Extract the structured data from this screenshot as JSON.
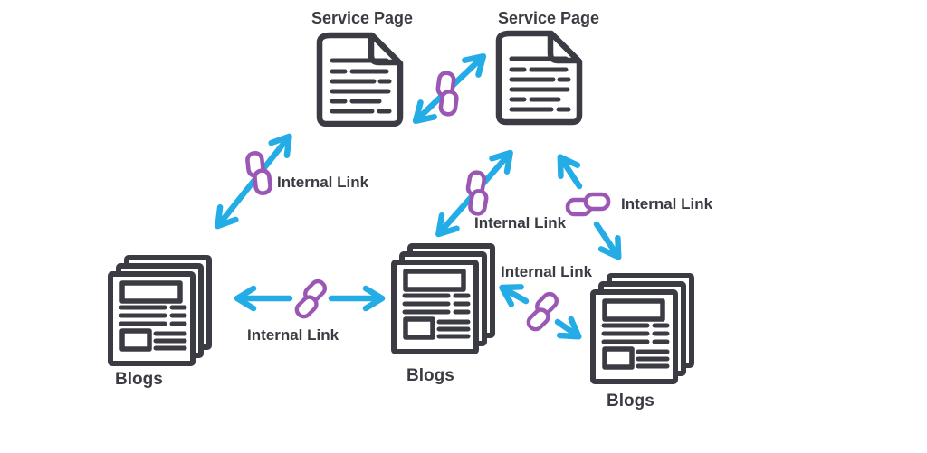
{
  "diagram": {
    "nodes": [
      {
        "id": "service-page-1",
        "label": "Service Page",
        "type": "document"
      },
      {
        "id": "service-page-2",
        "label": "Service Page",
        "type": "document"
      },
      {
        "id": "blogs-1",
        "label": "Blogs",
        "type": "document-stack"
      },
      {
        "id": "blogs-2",
        "label": "Blogs",
        "type": "document-stack"
      },
      {
        "id": "blogs-3",
        "label": "Blogs",
        "type": "document-stack"
      }
    ],
    "edges": [
      {
        "from": "service-page-1",
        "to": "service-page-2",
        "label": "",
        "bidirectional": true
      },
      {
        "from": "blogs-1",
        "to": "service-page-1",
        "label": "Internal Link",
        "bidirectional": true
      },
      {
        "from": "blogs-1",
        "to": "blogs-2",
        "label": "Internal Link",
        "bidirectional": true
      },
      {
        "from": "blogs-2",
        "to": "service-page-2",
        "label": "Internal Link",
        "bidirectional": true
      },
      {
        "from": "service-page-2",
        "to": "blogs-3",
        "label": "Internal Link",
        "bidirectional": true
      },
      {
        "from": "blogs-2",
        "to": "blogs-3",
        "label": "Internal Link",
        "bidirectional": true
      }
    ],
    "icons": {
      "connector": "chain-link-icon",
      "service_page": "document-icon",
      "blogs": "stacked-pages-icon",
      "arrow": "double-headed-arrow-icon"
    },
    "colors": {
      "outline": "#3b3b43",
      "arrow": "#24ace6",
      "chain": "#9a58b4",
      "background": "#ffffff"
    }
  }
}
